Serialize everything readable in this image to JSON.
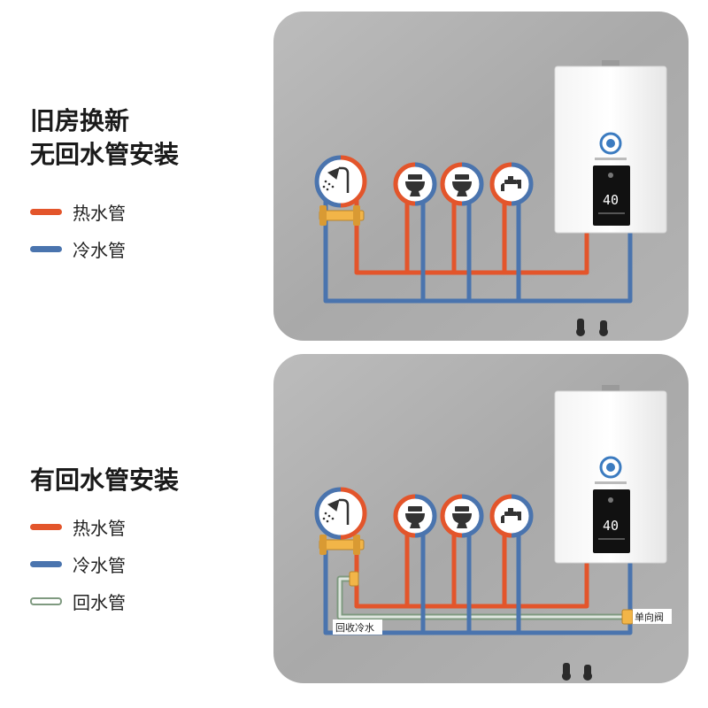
{
  "colors": {
    "hot": "#e3552b",
    "cold": "#4a74ae",
    "return": "#7f9a80",
    "wall": "#aeaeae",
    "valve": "#f2b548"
  },
  "top": {
    "title_lines": [
      "旧房换新",
      "无回水管安装"
    ],
    "legend": [
      {
        "label": "热水管",
        "kind": "hot"
      },
      {
        "label": "冷水管",
        "kind": "cold"
      }
    ],
    "fixtures": [
      {
        "icon": "shower-icon"
      },
      {
        "icon": "toilet-icon"
      },
      {
        "icon": "toilet-icon"
      },
      {
        "icon": "faucet-icon"
      }
    ],
    "heater": {
      "display": "40"
    }
  },
  "bottom": {
    "title_lines": [
      "有回水管安装"
    ],
    "legend": [
      {
        "label": "热水管",
        "kind": "hot"
      },
      {
        "label": "冷水管",
        "kind": "cold"
      },
      {
        "label": "回水管",
        "kind": "return"
      }
    ],
    "fixtures": [
      {
        "icon": "shower-icon"
      },
      {
        "icon": "toilet-icon"
      },
      {
        "icon": "toilet-icon"
      },
      {
        "icon": "faucet-icon"
      }
    ],
    "heater": {
      "display": "40"
    },
    "annotations": {
      "return_cold": "回收冷水",
      "check_valve": "单向阀"
    }
  }
}
